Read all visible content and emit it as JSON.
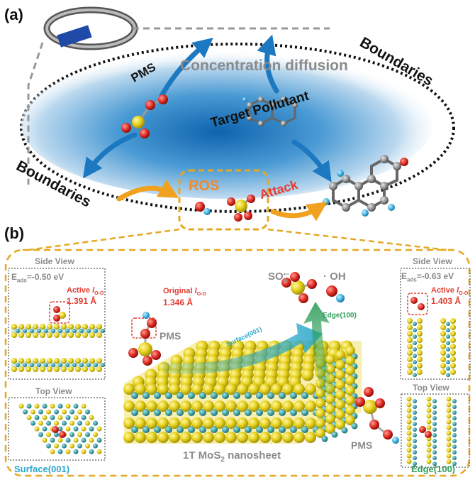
{
  "panel_a": {
    "label": "(a)",
    "boundaries_right": "Boundaries",
    "boundaries_left": "Boundaries",
    "concentration_diffusion": "Concentration diffusion",
    "pms": "PMS",
    "target_pollutant": "Target Pollutant",
    "ros": "ROS",
    "attack": "Attack"
  },
  "panel_b": {
    "label": "(b)",
    "side_view_left": "Side View",
    "eads_left_label": "E",
    "eads_left_sub": "ads",
    "eads_left_value": "=-0.50 eV",
    "active_left_prefix": "Active ",
    "l_symbol": "l",
    "o_o_sub": "O-O",
    "active_left_value": "1.391 Å",
    "top_view_left": "Top View",
    "surface_label": "Surface(001)",
    "original_prefix": "Original ",
    "original_value": "1.346 Å",
    "pms_center": "PMS",
    "surface_arrow_label": "Surface(001)",
    "edge_arrow_label": "Edge(100)",
    "so4_text": "SO",
    "so4_sub": "4",
    "so4_sup": "•−",
    "oh_text": "· OH",
    "side_view_right": "Side View",
    "eads_right_label": "E",
    "eads_right_sub": "ads",
    "eads_right_value": "=-0.63 eV",
    "active_right_prefix": "Active ",
    "active_right_value": "1.403 Å",
    "top_view_right": "Top View",
    "edge_label": "Edge(100)",
    "pms_right": "PMS",
    "nanosheet_prefix": "1T  MoS",
    "nanosheet_sub": "2",
    "nanosheet_suffix": " nanosheet"
  },
  "colors": {
    "diffusion_blue": "#1c78c0",
    "pollutant_gray": "#8a8a8a",
    "ros_orange": "#f08a2b",
    "attack_red": "#e23b2f",
    "frame_gold": "#e6a823",
    "sulfur_yellow": "#e7d21d",
    "molybdenum_teal": "#3a9ea5",
    "oxygen_red": "#d9251c",
    "surface_cyan": "#2aa7c9",
    "edge_green": "#2f9e5b"
  }
}
